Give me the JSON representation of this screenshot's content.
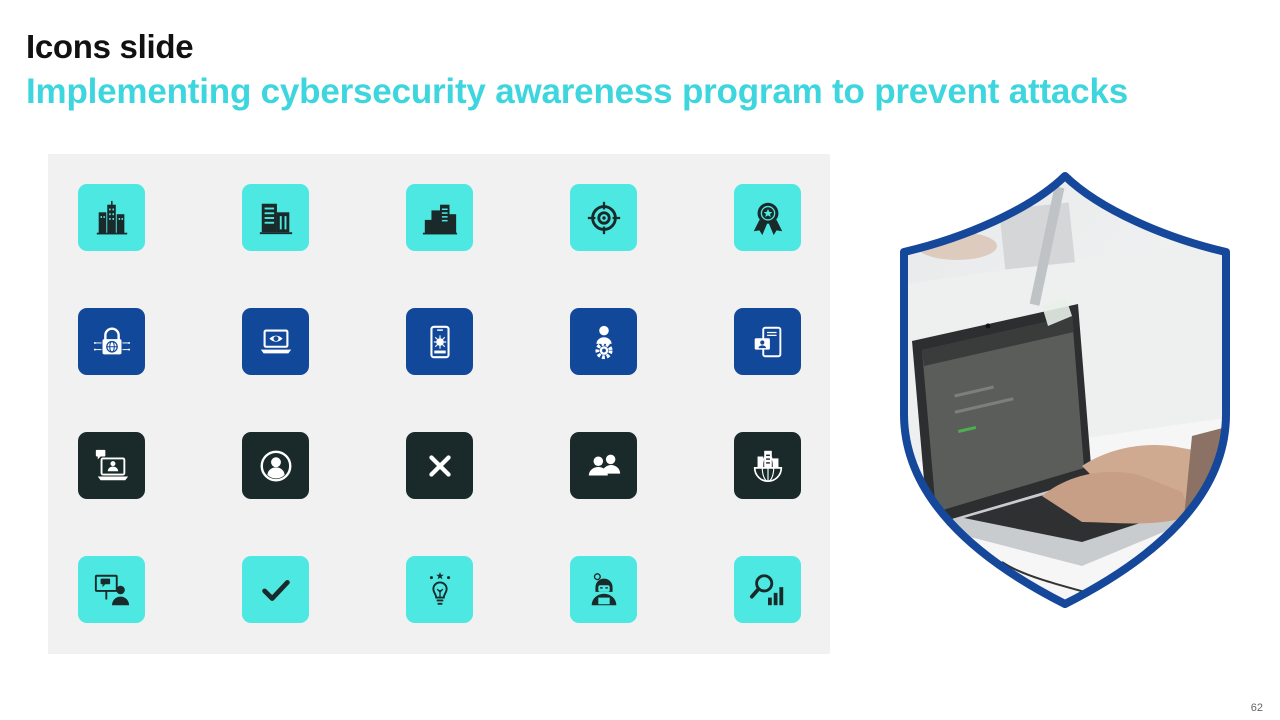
{
  "slide": {
    "title": "Icons slide",
    "subtitle": "Implementing cybersecurity awareness program to prevent attacks",
    "page_number": "62"
  },
  "colors": {
    "title": "#111111",
    "accent_cyan": "#4de8e2",
    "navy": "#12489a",
    "dark": "#1a2a2a",
    "panel_bg": "#f1f1f1",
    "shield_border": "#15479a"
  },
  "icon_grid": {
    "rows": [
      {
        "tile_color": "cyan",
        "icons": [
          "tall-building-icon",
          "office-building-icon",
          "city-skyline-icon",
          "target-crosshair-icon",
          "award-ribbon-icon"
        ]
      },
      {
        "tile_color": "navy",
        "icons": [
          "network-lock-icon",
          "laptop-eye-icon",
          "mobile-virus-icon",
          "user-gear-icon",
          "device-profile-icon"
        ]
      },
      {
        "tile_color": "dark",
        "icons": [
          "laptop-chat-icon",
          "user-circle-icon",
          "close-x-icon",
          "user-group-icon",
          "global-building-icon"
        ]
      },
      {
        "tile_color": "cyan",
        "icons": [
          "presentation-user-icon",
          "checkmark-icon",
          "idea-bulb-icon",
          "hacker-icon",
          "search-analytics-icon"
        ]
      }
    ]
  },
  "photo": {
    "subject": "laptop-typing-photo"
  }
}
